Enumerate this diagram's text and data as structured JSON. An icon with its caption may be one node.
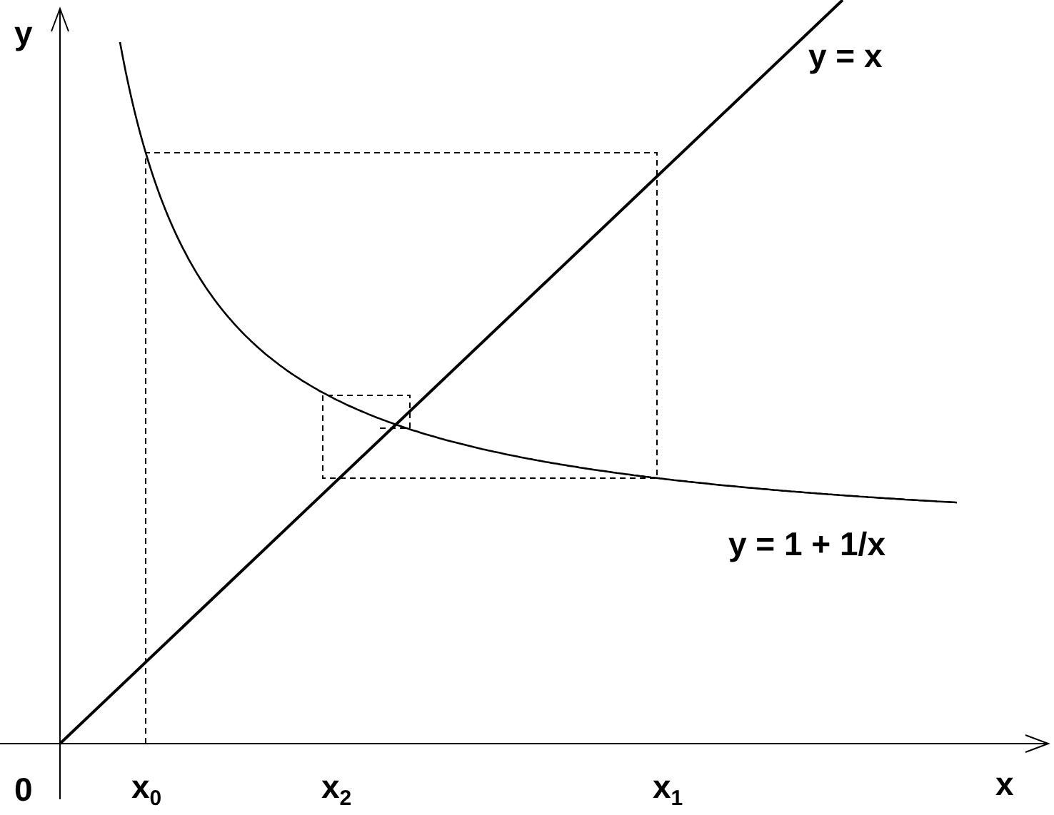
{
  "diagram": {
    "labels": [
      "y",
      "y = x",
      "y = 1 + 1/x",
      "0",
      "x$_{0}$",
      "x$_{2}$",
      "x$_{1}$",
      "x"
    ]
  }
}
